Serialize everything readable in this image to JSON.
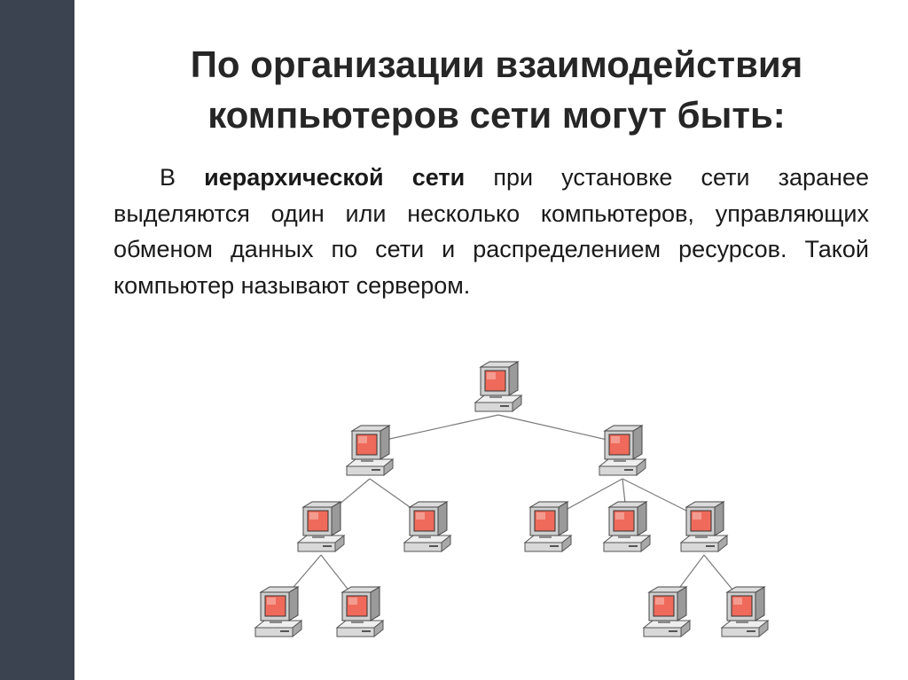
{
  "colors": {
    "sidebar": "#3b4351",
    "text": "#1a1a1a",
    "title": "#262626",
    "screen": "#ef6a5a"
  },
  "slide": {
    "title_line1": "По организации взаимодействия",
    "title_line2": "компьютеров сети могут быть:",
    "paragraph": {
      "prefix": "В ",
      "emphasis": "иерархической сети",
      "rest": " при установке сети заранее выделяются один или несколько компьютеров, управляющих обменом данных по сети и распределением ресурсов. Такой компьютер называют сервером."
    }
  },
  "diagram": {
    "type": "hierarchical-network",
    "node_icon": "computer-icon",
    "nodes": [
      {
        "id": "root",
        "parent": null
      },
      {
        "id": "l1-left",
        "parent": "root"
      },
      {
        "id": "l1-right",
        "parent": "root"
      },
      {
        "id": "l2-a",
        "parent": "l1-left"
      },
      {
        "id": "l2-b",
        "parent": "l1-left"
      },
      {
        "id": "l2-c",
        "parent": "l1-right"
      },
      {
        "id": "l2-d",
        "parent": "l1-right"
      },
      {
        "id": "l2-e",
        "parent": "l1-right"
      },
      {
        "id": "l3-a",
        "parent": "l2-a"
      },
      {
        "id": "l3-b",
        "parent": "l2-a"
      },
      {
        "id": "l3-c",
        "parent": "l2-e"
      },
      {
        "id": "l3-d",
        "parent": "l2-e"
      }
    ]
  }
}
